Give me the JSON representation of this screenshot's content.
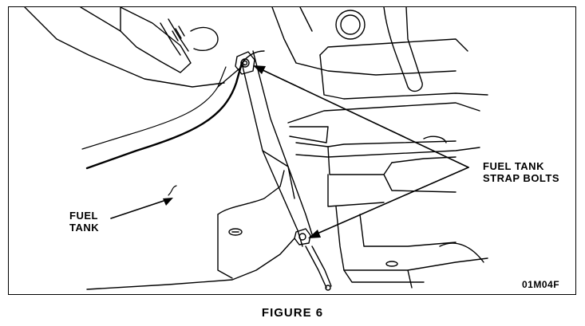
{
  "labels": {
    "fuel_tank_line1": "FUEL",
    "fuel_tank_line2": "TANK",
    "bolts_line1": "FUEL TANK",
    "bolts_line2": "STRAP BOLTS",
    "figure_code": "01M04F"
  },
  "caption": "FIGURE 6"
}
